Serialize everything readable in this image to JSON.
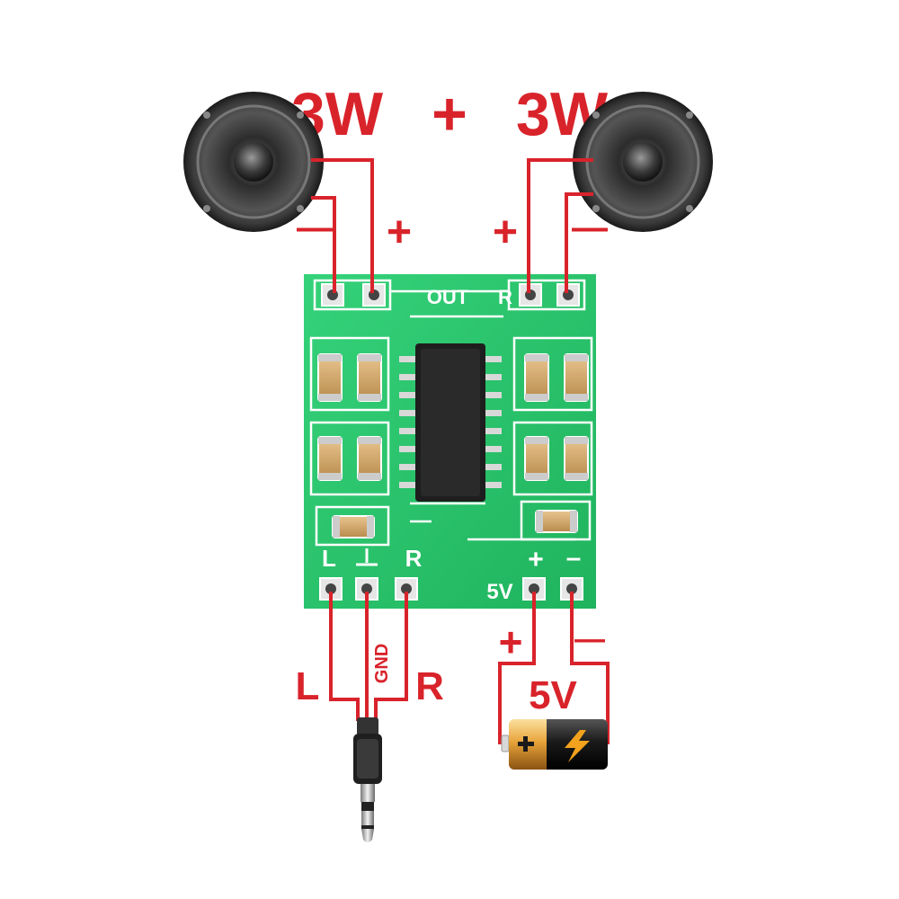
{
  "title": {
    "left_power": "3W",
    "plus": "+",
    "right_power": "3W"
  },
  "speaker_left": {
    "minus_label": "—",
    "plus_label": "+"
  },
  "speaker_right": {
    "plus_label": "+",
    "minus_label": "—"
  },
  "board": {
    "silk_out": "OUT",
    "silk_r_top": "R",
    "silk_l": "L",
    "silk_r_bottom": "R",
    "silk_5v": "5V",
    "silk_plus": "+",
    "silk_minus": "–"
  },
  "audio_jack": {
    "label_l": "L",
    "label_gnd": "GND",
    "label_r": "R"
  },
  "power": {
    "plus_label": "+",
    "minus_label": "—",
    "voltage_label": "5V"
  },
  "colors": {
    "wire_red": "#d9232b",
    "pcb_green": "#26c46a",
    "ic_black": "#1e1e1e"
  }
}
